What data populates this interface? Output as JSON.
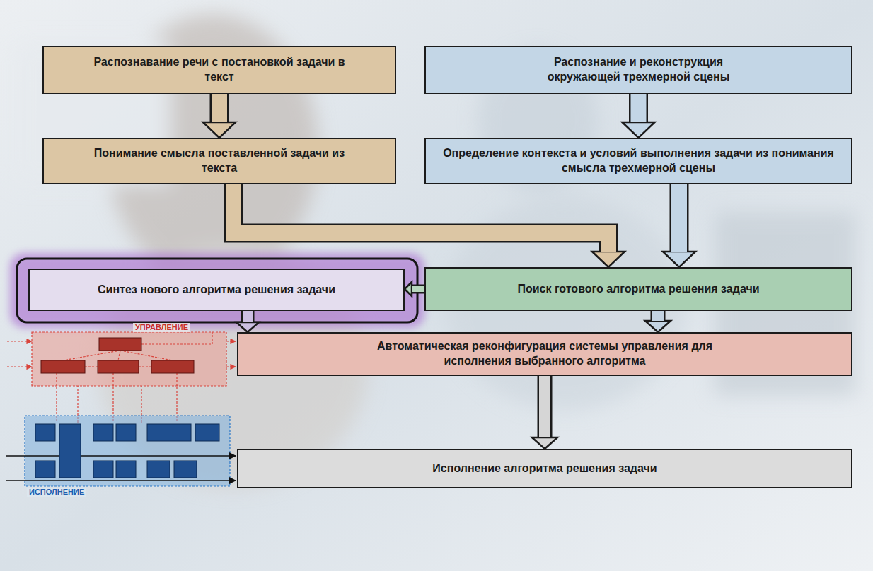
{
  "diagram": {
    "nodes": [
      {
        "text": [
          "Распознавание речи с постановкой задачи в текст"
        ]
      },
      {
        "text": [
          "Распознание и реконструкция окружающей трехмерной сцены"
        ]
      },
      {
        "text": [
          "Понимание смысла поставленной задачи из текста"
        ]
      },
      {
        "text": [
          "Определение контекста и условий выполнения задачи из понимания смысла трехмерной сцены"
        ]
      },
      {
        "text": [
          "Синтез нового алгоритма решения задачи"
        ]
      },
      {
        "text": [
          "Поиск готового алгоритма решения задачи"
        ]
      },
      {
        "text": [
          "Автоматическая реконфигурация системы управления для исполнения выбранного алгоритма"
        ]
      },
      {
        "text": [
          "Исполнение алгоритма решения задачи"
        ]
      }
    ],
    "edges": [
      {
        "from": 0,
        "to": 2,
        "arrow": "to"
      },
      {
        "from": 1,
        "to": 3,
        "arrow": "to"
      },
      {
        "from": 2,
        "to": 5,
        "arrow": "to"
      },
      {
        "from": 3,
        "to": 5,
        "arrow": "to"
      },
      {
        "from": 5,
        "to": 4,
        "arrow": "to"
      },
      {
        "from": 4,
        "to": 6,
        "arrow": "to"
      },
      {
        "from": 5,
        "to": 6,
        "arrow": "to"
      },
      {
        "from": 6,
        "to": 7,
        "arrow": "to"
      }
    ],
    "labels": [
      "УПРАВЛЕНИЕ",
      "ИСПОЛНЕНИЕ"
    ]
  }
}
